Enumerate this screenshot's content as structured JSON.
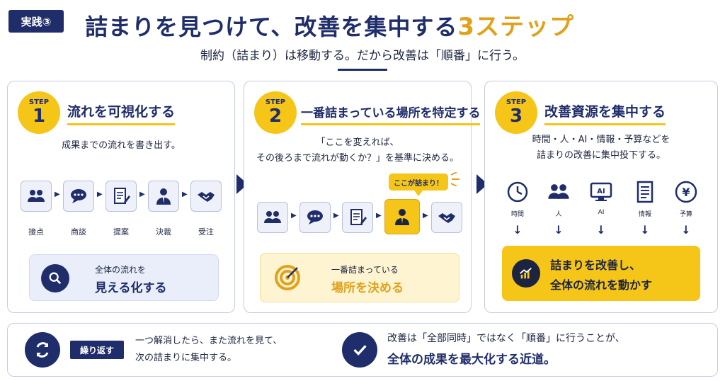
{
  "header": {
    "badge": "実践③",
    "title_main": "詰まりを見つけて、改善を集中する",
    "title_accent": "3ステップ",
    "subtitle": "制約（詰まり）は移動する。だから改善は「順番」に行う。",
    "accent_color": "#e0a21c",
    "navy_color": "#1f2d6b"
  },
  "step1": {
    "step_word": "STEP",
    "number": "1",
    "title": "流れを可視化する",
    "description": "成果までの流れを書き出す。",
    "flow": [
      {
        "icon": "people-icon",
        "label": "接点"
      },
      {
        "icon": "chat-icon",
        "label": "商談"
      },
      {
        "icon": "document-icon",
        "label": "提案"
      },
      {
        "icon": "person-icon",
        "label": "決裁"
      },
      {
        "icon": "handshake-icon",
        "label": "受注"
      }
    ],
    "summary_line1": "全体の流れを",
    "summary_line2": "見える化する"
  },
  "step2": {
    "step_word": "STEP",
    "number": "2",
    "title": "一番詰まっている場所を特定する",
    "description_line1": "「ここを変えれば、",
    "description_line2": "その後ろまで流れが動くか？」を基準に決める。",
    "callout": "ここが詰まり！",
    "flow": [
      {
        "icon": "people-icon"
      },
      {
        "icon": "chat-icon"
      },
      {
        "icon": "document-icon"
      },
      {
        "icon": "person-icon"
      },
      {
        "icon": "handshake-icon"
      }
    ],
    "summary_line1": "一番詰まっている",
    "summary_line2": "場所を決める"
  },
  "step3": {
    "step_word": "STEP",
    "number": "3",
    "title": "改善資源を集中する",
    "description_line1": "時間・人・AI・情報・予算などを",
    "description_line2": "詰まりの改善に集中投下する。",
    "resources": [
      {
        "icon": "clock-icon",
        "label": "時間"
      },
      {
        "icon": "people-icon",
        "label": "人"
      },
      {
        "icon": "ai-monitor-icon",
        "label": "AI",
        "display": "AI"
      },
      {
        "icon": "document-icon",
        "label": "情報"
      },
      {
        "icon": "yen-icon",
        "label": "予算",
        "display": "¥"
      }
    ],
    "summary_line1": "詰まりを改善し、",
    "summary_line2": "全体の流れを動かす"
  },
  "bottom": {
    "tag": "繰り返す",
    "left_line1": "一つ解消したら、また流れを見て、",
    "left_line2": "次の詰まりに集中する。",
    "right_line1": "改善は「全部同時」ではなく「順番」に行うことが、",
    "right_line2": "全体の成果を最大化する近道。"
  }
}
